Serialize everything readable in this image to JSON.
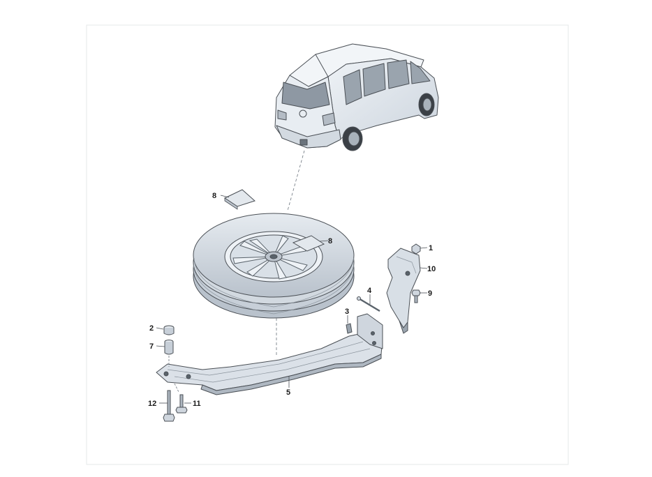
{
  "diagram": {
    "labels": {
      "p1": "1",
      "p2": "2",
      "p3": "3",
      "p4": "4",
      "p5": "5",
      "p7": "7",
      "p8a": "8",
      "p8b": "8",
      "p9": "9",
      "p10": "10",
      "p11": "11",
      "p12": "12"
    },
    "colors": {
      "line": "#4a4f55",
      "fill": "#dde3ea",
      "shadow": "#c2cad3",
      "dark": "#8b949d"
    }
  }
}
